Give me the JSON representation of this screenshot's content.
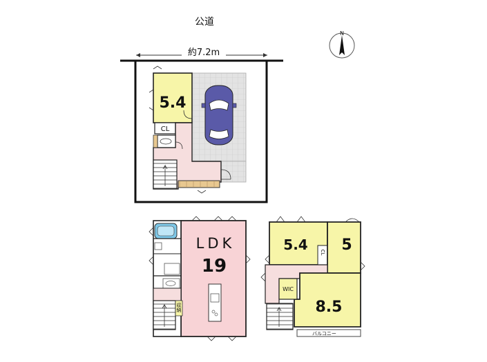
{
  "road_label": "公道",
  "width_label": "約7.2m",
  "compass_label": "N",
  "colors": {
    "room_yellow": "#f7f5a8",
    "ldk_pink": "#f8d3d6",
    "hall_pink": "#f6dede",
    "parking_gray": "#dcdcdc",
    "car_body": "#5a5aa8",
    "wall": "#222222"
  },
  "floor1": {
    "room_area_label": "5.4",
    "closet_label": "CL",
    "parking_icon": "car-icon"
  },
  "floor2": {
    "ldk_label": "LDK",
    "ldk_area": "19",
    "storage_label": "収納"
  },
  "floor3": {
    "room_a_area": "5.4",
    "room_b_area": "5",
    "room_c_area": "8.5",
    "closet_label": "CL",
    "wic_label": "WIC",
    "balcony_label": "バルコニー"
  }
}
